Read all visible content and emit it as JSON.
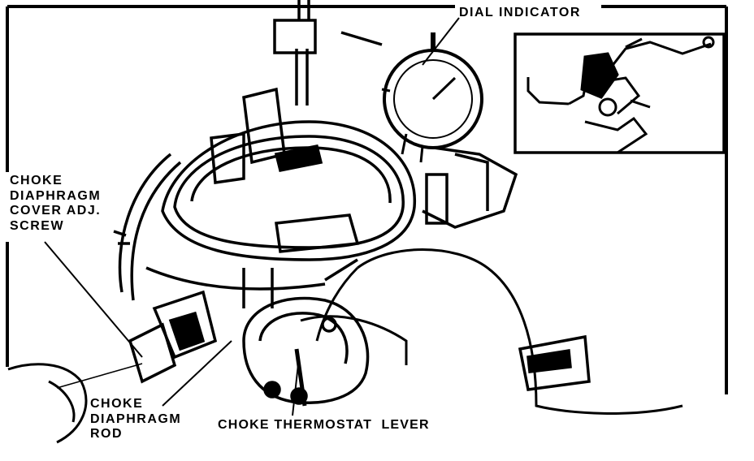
{
  "labels": {
    "dial_indicator": "DIAL INDICATOR",
    "choke_diaphragm_screw": [
      "CHOKE",
      "DIAPHRAGM",
      "COVER ADJ.",
      "SCREW"
    ],
    "choke_diaphragm_rod": [
      "CHOKE",
      "DIAPHRAGM",
      "ROD"
    ],
    "choke_thermostat_lever": "CHOKE THERMOSTAT  LEVER"
  },
  "colors": {
    "ink": "#000000",
    "paper": "#ffffff"
  }
}
